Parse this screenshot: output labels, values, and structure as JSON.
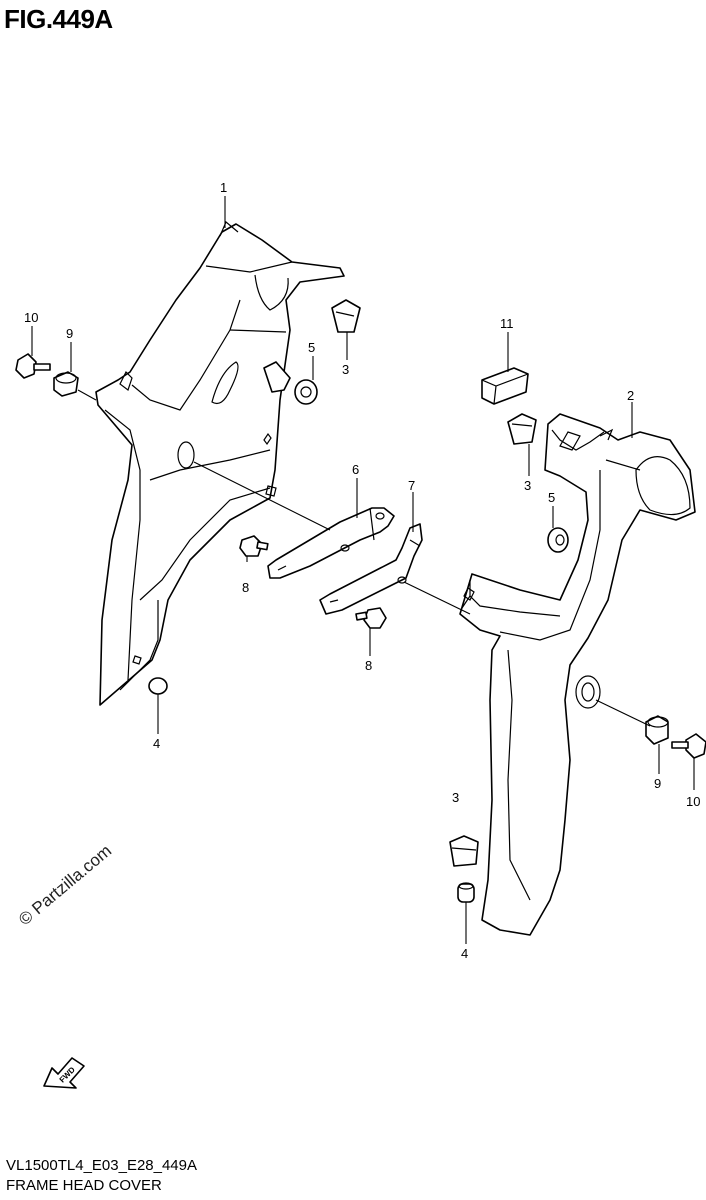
{
  "figure": {
    "title": "FIG.449A",
    "model_code": "VL1500TL4_E03_E28_449A",
    "section_name": "FRAME HEAD COVER",
    "watermark": "© Partzilla.com",
    "fwd_label": "FWD"
  },
  "callouts": [
    {
      "id": "c1",
      "label": "1"
    },
    {
      "id": "c2",
      "label": "2"
    },
    {
      "id": "c3a",
      "label": "3"
    },
    {
      "id": "c3b",
      "label": "3"
    },
    {
      "id": "c3c",
      "label": "3"
    },
    {
      "id": "c4a",
      "label": "4"
    },
    {
      "id": "c4b",
      "label": "4"
    },
    {
      "id": "c5a",
      "label": "5"
    },
    {
      "id": "c5b",
      "label": "5"
    },
    {
      "id": "c6",
      "label": "6"
    },
    {
      "id": "c7",
      "label": "7"
    },
    {
      "id": "c8a",
      "label": "8"
    },
    {
      "id": "c8b",
      "label": "8"
    },
    {
      "id": "c9a",
      "label": "9"
    },
    {
      "id": "c9b",
      "label": "9"
    },
    {
      "id": "c10a",
      "label": "10"
    },
    {
      "id": "c10b",
      "label": "10"
    },
    {
      "id": "c11",
      "label": "11"
    }
  ]
}
